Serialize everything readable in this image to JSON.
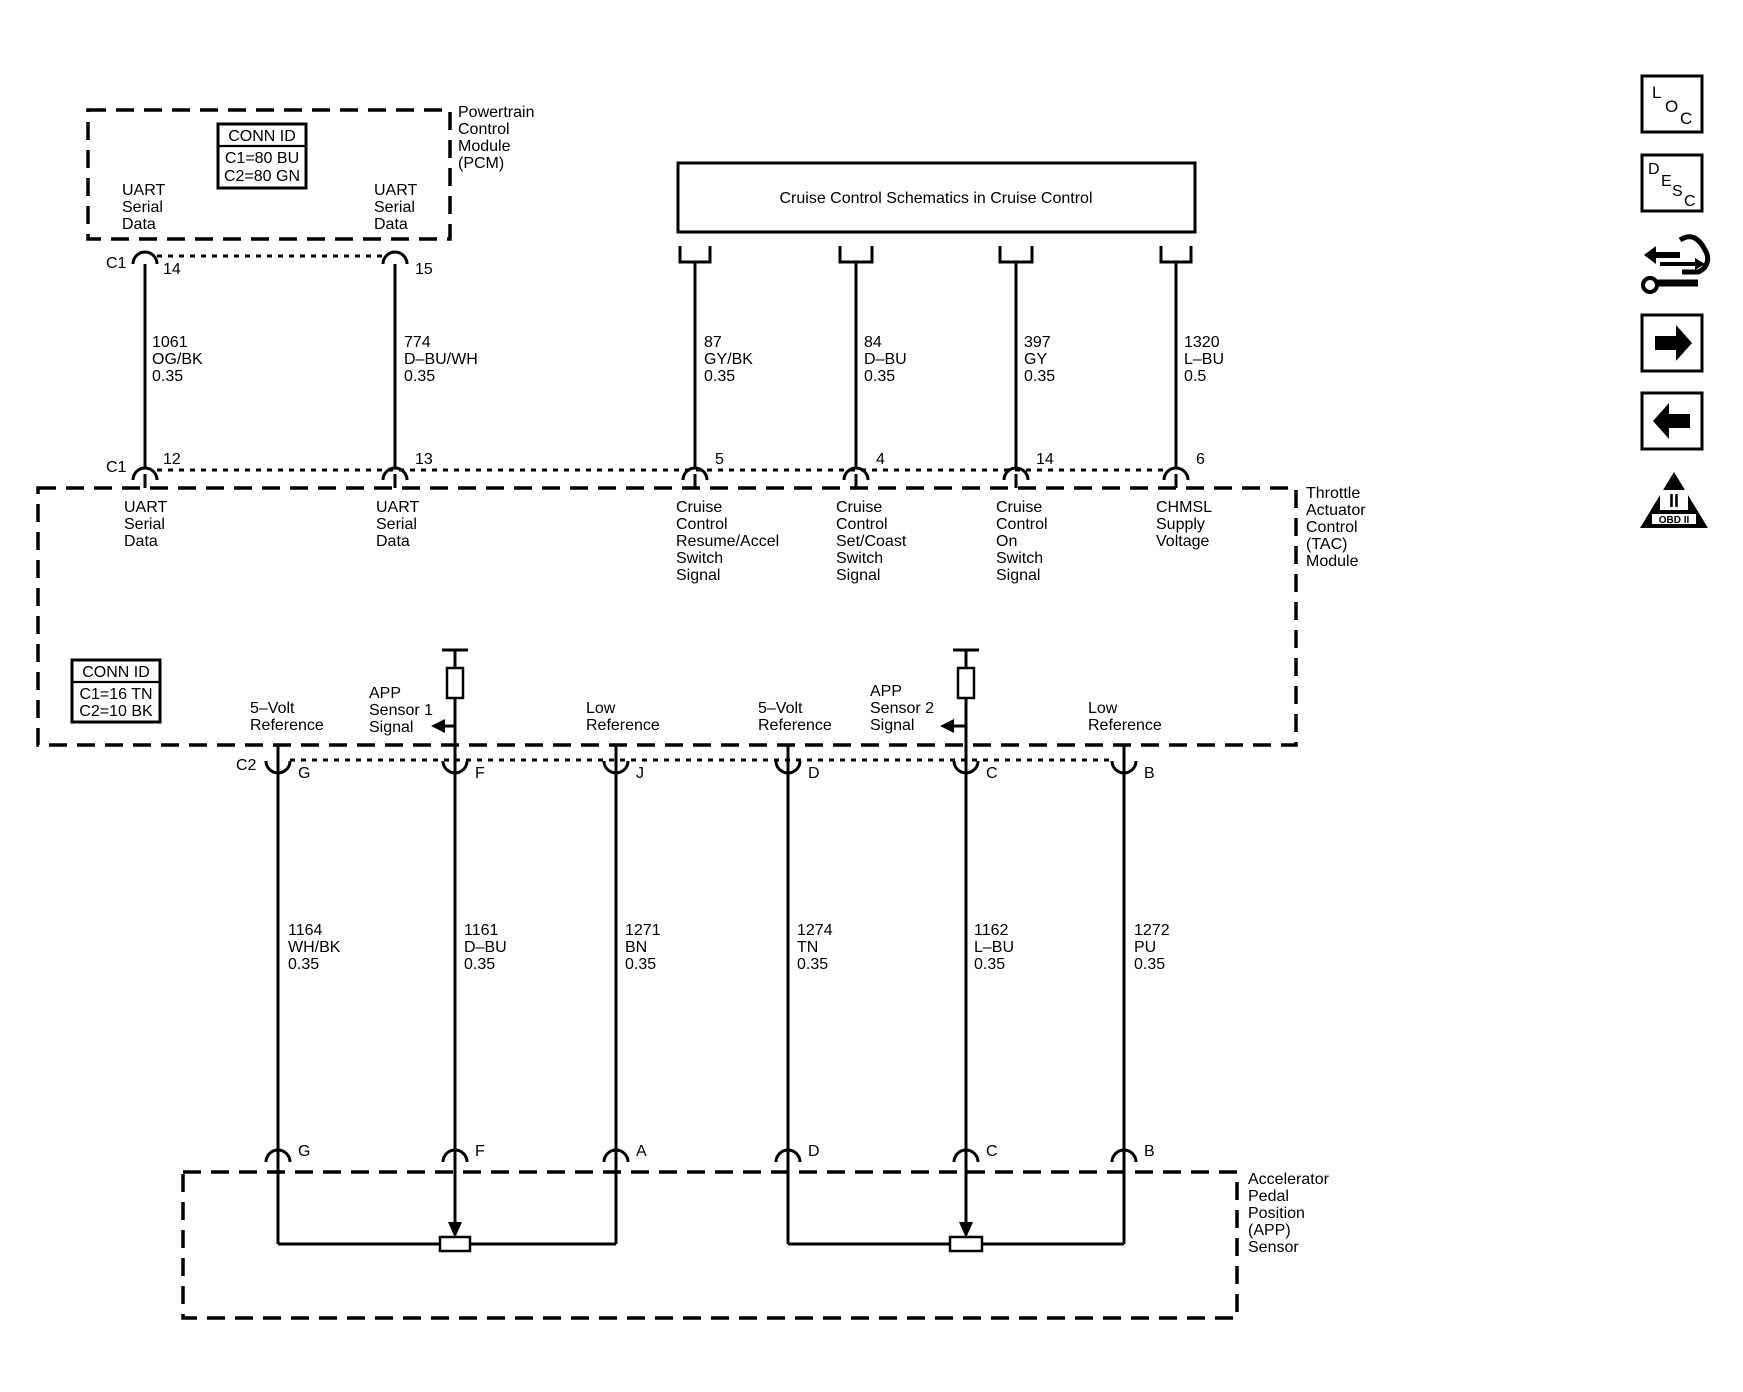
{
  "pcm": {
    "name_lines": [
      "Powertrain",
      "Control",
      "Module",
      "(PCM)"
    ],
    "conn_id": {
      "title": "CONN ID",
      "lines": [
        "C1=80 BU",
        "C2=80 GN"
      ]
    },
    "pin_labels": [
      [
        "UART",
        "Serial",
        "Data"
      ],
      [
        "UART",
        "Serial",
        "Data"
      ]
    ],
    "connector": "C1",
    "pins": [
      "14",
      "15"
    ]
  },
  "cruise_box": {
    "label": "Cruise Control Schematics in Cruise Control"
  },
  "tac": {
    "name_lines": [
      "Throttle",
      "Actuator",
      "Control",
      "(TAC)",
      "Module"
    ],
    "conn_id": {
      "title": "CONN ID",
      "lines": [
        "C1=16 TN",
        "C2=10 BK"
      ]
    },
    "top_connector": "C1",
    "top_pins": [
      "12",
      "13",
      "5",
      "4",
      "14",
      "6"
    ],
    "top_labels": [
      [
        "UART",
        "Serial",
        "Data"
      ],
      [
        "UART",
        "Serial",
        "Data"
      ],
      [
        "Cruise",
        "Control",
        "Resume/Accel",
        "Switch",
        "Signal"
      ],
      [
        "Cruise",
        "Control",
        "Set/Coast",
        "Switch",
        "Signal"
      ],
      [
        "Cruise",
        "Control",
        "On",
        "Switch",
        "Signal"
      ],
      [
        "CHMSL",
        "Supply",
        "Voltage"
      ]
    ],
    "bottom_connector": "C2",
    "bottom_pins": [
      "G",
      "F",
      "J",
      "D",
      "C",
      "B"
    ],
    "bottom_labels": [
      [
        "5–Volt",
        "Reference"
      ],
      [
        "APP",
        "Sensor 1",
        "Signal"
      ],
      [
        "Low",
        "Reference"
      ],
      [
        "5–Volt",
        "Reference"
      ],
      [
        "APP",
        "Sensor 2",
        "Signal"
      ],
      [
        "Low",
        "Reference"
      ]
    ]
  },
  "upper_wires": [
    {
      "circuit": "1061",
      "color": "OG/BK",
      "size": "0.35"
    },
    {
      "circuit": "774",
      "color": "D–BU/WH",
      "size": "0.35"
    },
    {
      "circuit": "87",
      "color": "GY/BK",
      "size": "0.35"
    },
    {
      "circuit": "84",
      "color": "D–BU",
      "size": "0.35"
    },
    {
      "circuit": "397",
      "color": "GY",
      "size": "0.35"
    },
    {
      "circuit": "1320",
      "color": "L–BU",
      "size": "0.5"
    }
  ],
  "lower_wires": [
    {
      "circuit": "1164",
      "color": "WH/BK",
      "size": "0.35"
    },
    {
      "circuit": "1161",
      "color": "D–BU",
      "size": "0.35"
    },
    {
      "circuit": "1271",
      "color": "BN",
      "size": "0.35"
    },
    {
      "circuit": "1274",
      "color": "TN",
      "size": "0.35"
    },
    {
      "circuit": "1162",
      "color": "L–BU",
      "size": "0.35"
    },
    {
      "circuit": "1272",
      "color": "PU",
      "size": "0.35"
    }
  ],
  "app": {
    "name_lines": [
      "Accelerator",
      "Pedal",
      "Position",
      "(APP)",
      "Sensor"
    ],
    "pins": [
      "G",
      "F",
      "A",
      "D",
      "C",
      "B"
    ]
  },
  "nav": {
    "loc": [
      "L",
      "O",
      "C"
    ],
    "desc": [
      "D",
      "E",
      "S",
      "C"
    ],
    "obd": {
      "top": "II",
      "bottom": "OBD II"
    }
  }
}
